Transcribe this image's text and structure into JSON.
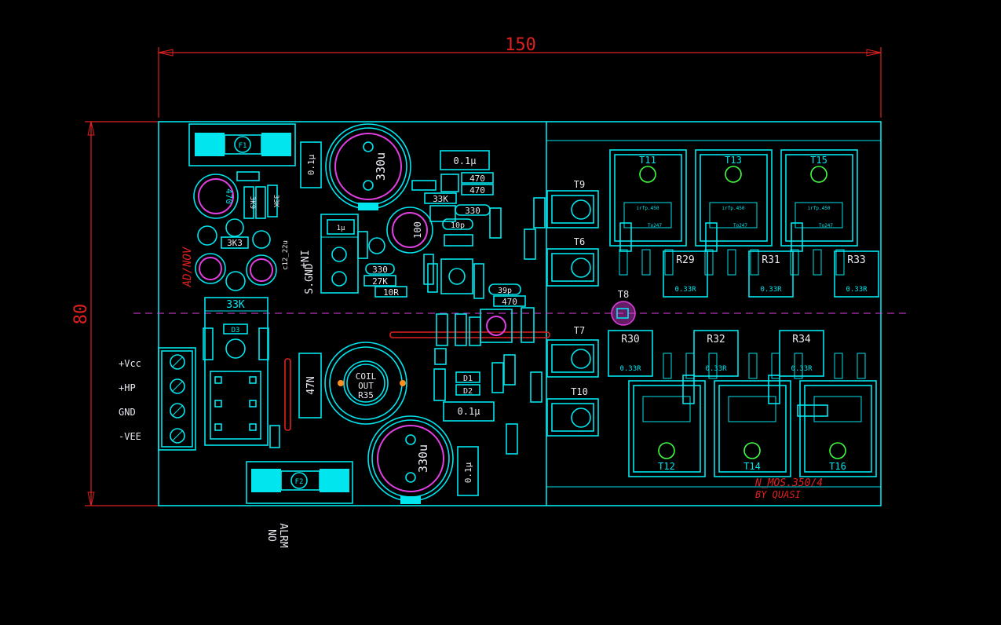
{
  "dimensions": {
    "width": "150",
    "height": "80"
  },
  "board": {
    "title": "N_MOS.350/4",
    "author": "BY QUASI",
    "date_mark": "AD/NOV",
    "input_label": "IN+",
    "ground_label": "S.GND",
    "alarm_label_1": "ALRM",
    "alarm_label_2": "NO"
  },
  "terminals": [
    "+Vcc",
    "+HP",
    "GND",
    "-VEE"
  ],
  "fuses": [
    "F1",
    "F2"
  ],
  "caps": {
    "big_top": "330u",
    "big_bottom": "330u",
    "small_470": "470",
    "mid_100": "100",
    "c_01a": "0.1µ",
    "c_01b": "0.1µ",
    "c_01c": "0.1µ",
    "c_01d": "0.1µ",
    "c_1u": "1µ",
    "c_12_22": "c12_22u",
    "c_10p": "10p",
    "c_39p": "39p",
    "c_47n": "47N"
  },
  "resistors": {
    "r_33k_top": "33K",
    "r_33k_bar": "33K",
    "r_3k3": "3K3",
    "r_3k9": "3K9",
    "r_330a": "330",
    "r_330b": "330",
    "r_470a": "470",
    "r_470b": "470",
    "r_470c": "470",
    "r_27k": "27K",
    "r_10r": "10R",
    "r_33k_c": "33K"
  },
  "coil": {
    "line1": "COIL",
    "line2": "OUT",
    "line3": "R35"
  },
  "drivers": [
    "T9",
    "T6",
    "T7",
    "T10",
    "T8"
  ],
  "diodes": [
    "D1",
    "D2",
    "D3"
  ],
  "upper_transistors": [
    "T11",
    "T13",
    "T15"
  ],
  "lower_transistors": [
    "T12",
    "T14",
    "T16"
  ],
  "upper_resistors": [
    "R29",
    "R31",
    "R33"
  ],
  "lower_resistors": [
    "R30",
    "R32",
    "R34"
  ],
  "emitter_value": "0.33R",
  "mosfet_part": "irfp.450",
  "mosfet_pkg": "To247",
  "colors": {
    "background": "#000000",
    "outline": "#00e5ee",
    "dimension": "#e02020",
    "silk": "#d8d8e8",
    "magenta": "#e040e0",
    "green": "#40ff40",
    "orange": "#ff9020"
  }
}
